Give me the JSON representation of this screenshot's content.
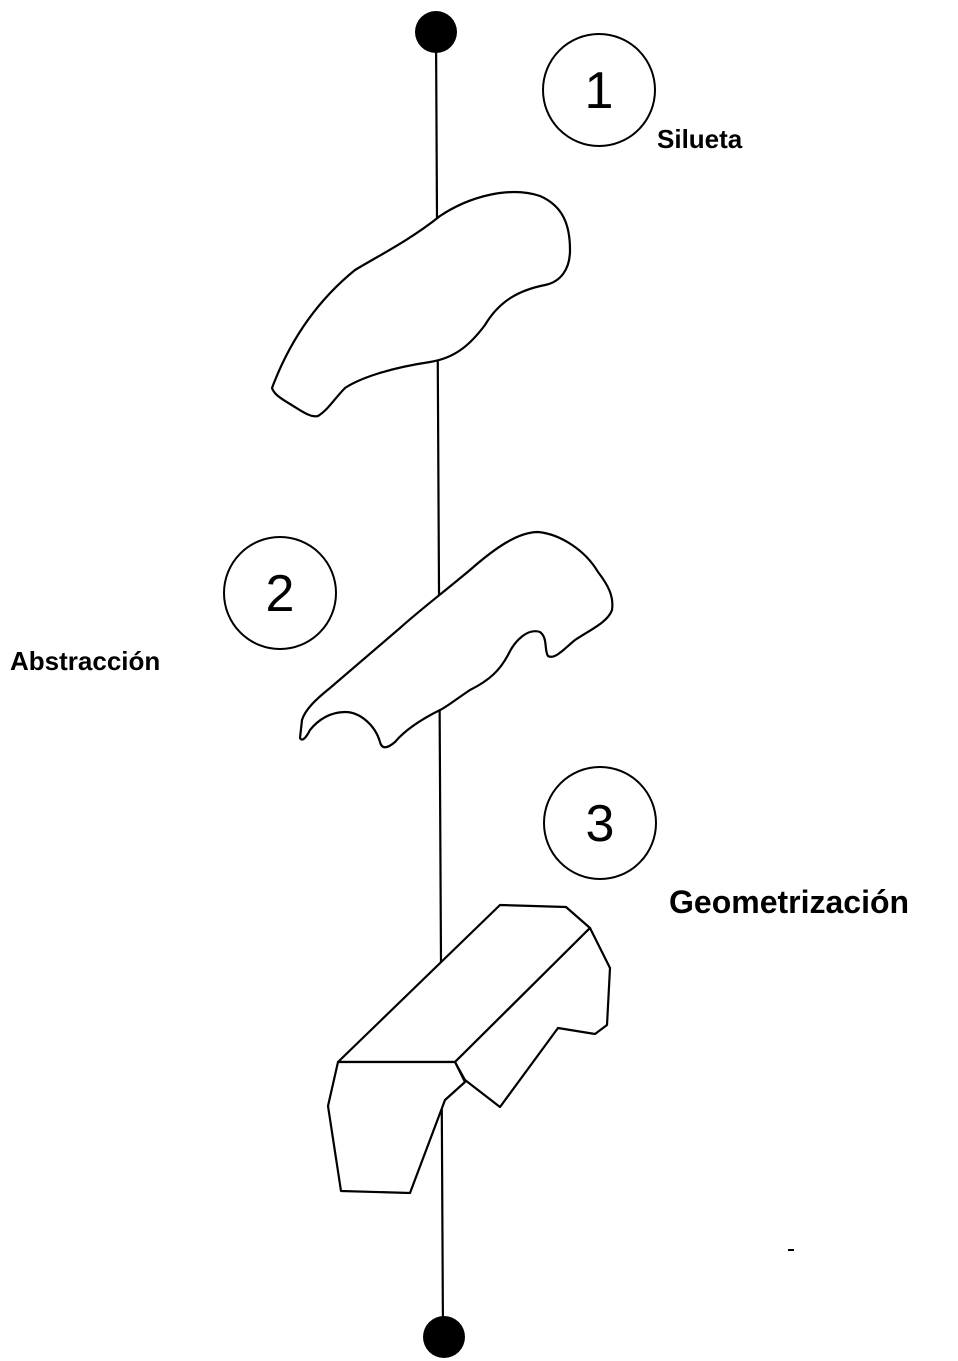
{
  "steps": [
    {
      "number": "1",
      "label": "Silueta"
    },
    {
      "number": "2",
      "label": "Abstracción"
    },
    {
      "number": "3",
      "label": "Geometrización"
    }
  ],
  "colors": {
    "stroke": "#000000",
    "background": "#ffffff"
  }
}
